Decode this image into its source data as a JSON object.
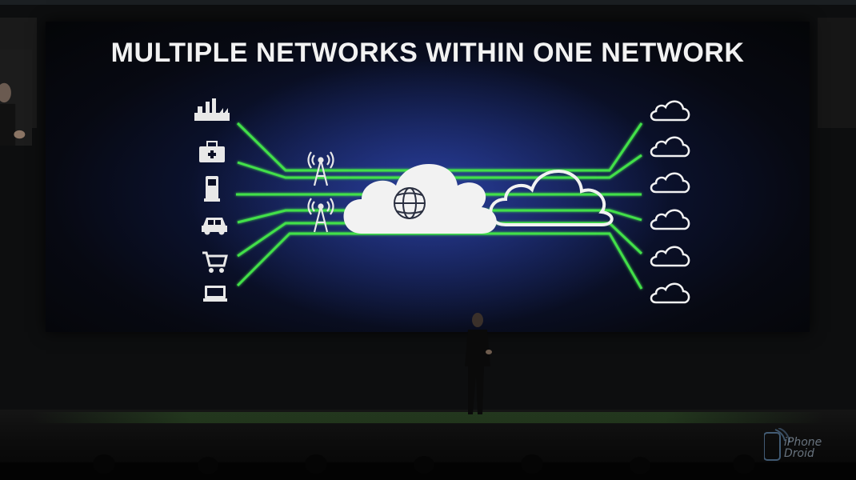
{
  "slide": {
    "title": "MULTIPLE NETWORKS WITHIN ONE NETWORK",
    "left_icons": [
      "factory-icon",
      "medical-kit-icon",
      "fuel-pump-icon",
      "car-icon",
      "shopping-cart-icon",
      "laptop-icon"
    ],
    "antenna_icons": [
      "antenna-icon",
      "antenna-icon"
    ],
    "center_icon": "globe-cloud-icon",
    "outline_cloud_icon": "cloud-outline-icon",
    "right_clouds": [
      "cloud-icon",
      "cloud-icon",
      "cloud-icon",
      "cloud-icon",
      "cloud-icon",
      "cloud-icon"
    ],
    "line_color": "#43e04a"
  },
  "watermark": {
    "line1": "iPhone",
    "line2": "Droid"
  }
}
